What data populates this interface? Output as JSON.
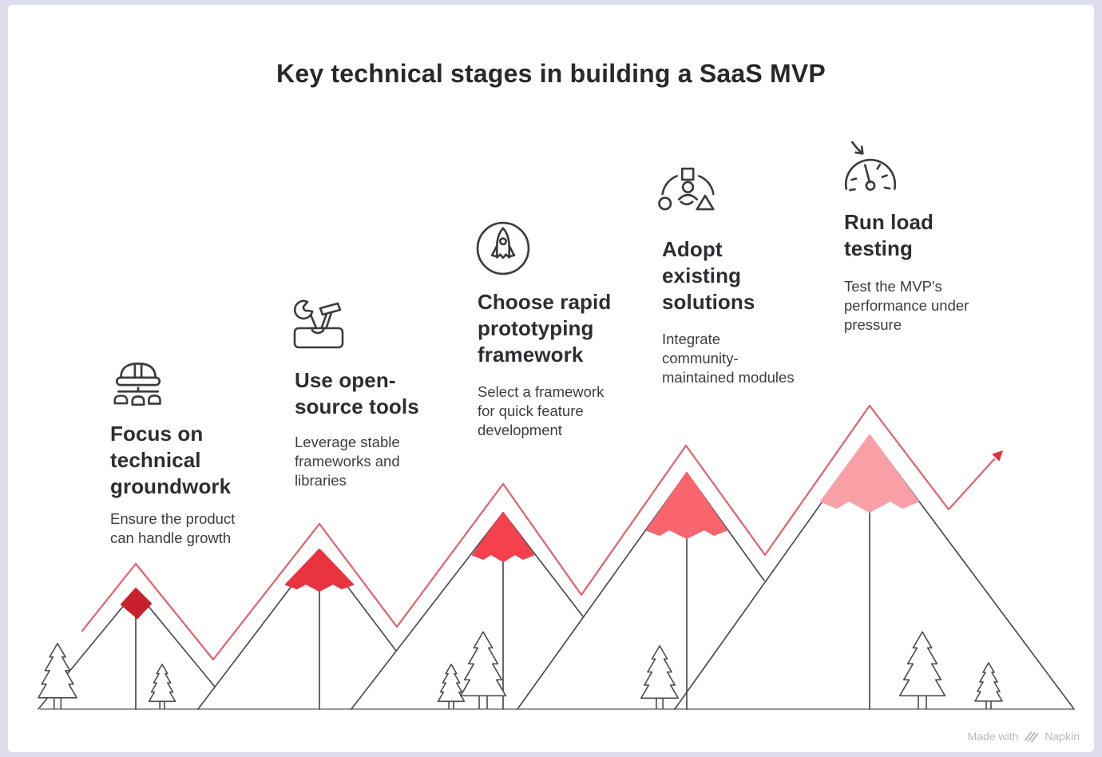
{
  "canvas": {
    "background": "#dddded",
    "surface": "#ffffff"
  },
  "title": "Key technical stages in building a SaaS MVP",
  "stages": [
    {
      "icon": "hard-hat",
      "title": [
        "Focus on",
        "technical",
        "groundwork"
      ],
      "description": [
        "Ensure the product",
        "can handle growth"
      ]
    },
    {
      "icon": "toolbox",
      "title": [
        "Use open-",
        "source tools"
      ],
      "description": [
        "Leverage stable",
        "frameworks and",
        "libraries"
      ]
    },
    {
      "icon": "rocket",
      "title": [
        "Choose rapid",
        "prototyping",
        "framework"
      ],
      "description": [
        "Select a framework",
        "for quick feature",
        "development"
      ]
    },
    {
      "icon": "community",
      "title": [
        "Adopt",
        "existing",
        "solutions"
      ],
      "description": [
        "Integrate",
        "community-",
        "maintained modules"
      ]
    },
    {
      "icon": "gauge",
      "title": [
        "Run load",
        "testing"
      ],
      "description": [
        "Test the MVP's",
        "performance under",
        "pressure"
      ]
    }
  ],
  "colors": {
    "caps": [
      "#c8202c",
      "#e93440",
      "#f5414d",
      "#f8656e",
      "#f9a0a6"
    ],
    "trend_line": "#e0616b",
    "trend_arrow": "#e23240",
    "mountain_outline": "#4a4d50",
    "baseline": "#97999c",
    "text_primary": "#2c2e31",
    "text_secondary": "#3b3d40"
  },
  "footer": {
    "made_with": "Made with",
    "brand": "Napkin"
  }
}
